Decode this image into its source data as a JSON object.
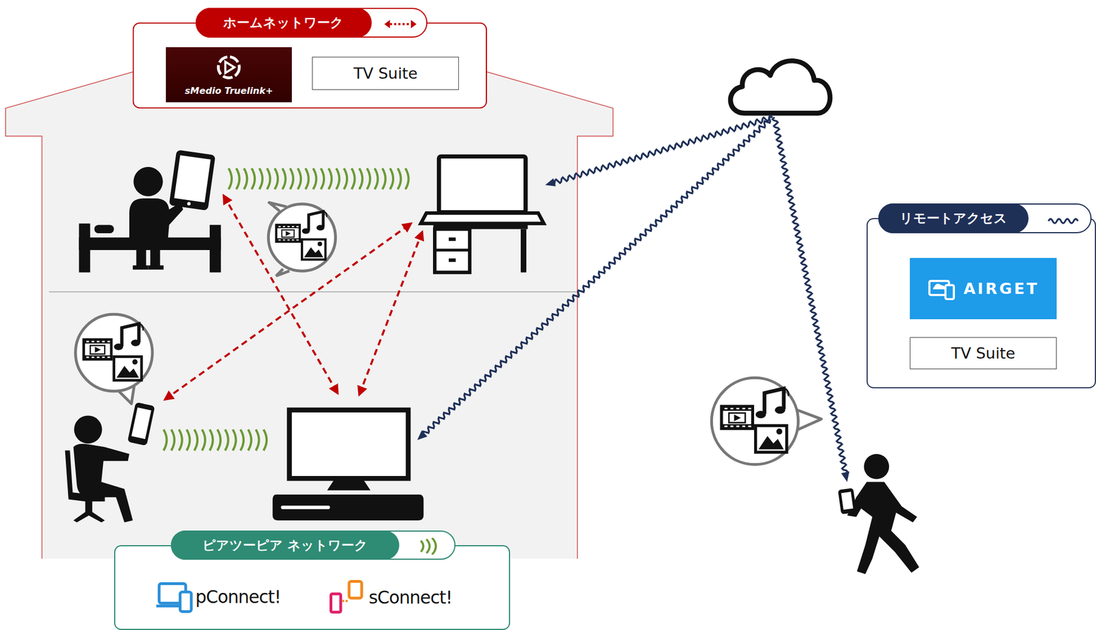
{
  "diagram": {
    "nodes": [
      {
        "text": [
          "ホームネットワーク"
        ]
      },
      {
        "text": [
          "sMedio Truelink+"
        ],
        "in": 0
      },
      {
        "text": [
          "TV Suite"
        ],
        "in": 0
      },
      {
        "text": [
          "リモートアクセス"
        ]
      },
      {
        "text": [
          "AIRGET"
        ],
        "in": 3
      },
      {
        "text": [
          "TV Suite"
        ],
        "in": 3
      },
      {
        "text": [
          "ピアツーピア ネットワーク"
        ]
      },
      {
        "text": [
          "pConnect!"
        ],
        "in": 6
      },
      {
        "text": [
          "sConnect!"
        ],
        "in": 6
      }
    ]
  }
}
